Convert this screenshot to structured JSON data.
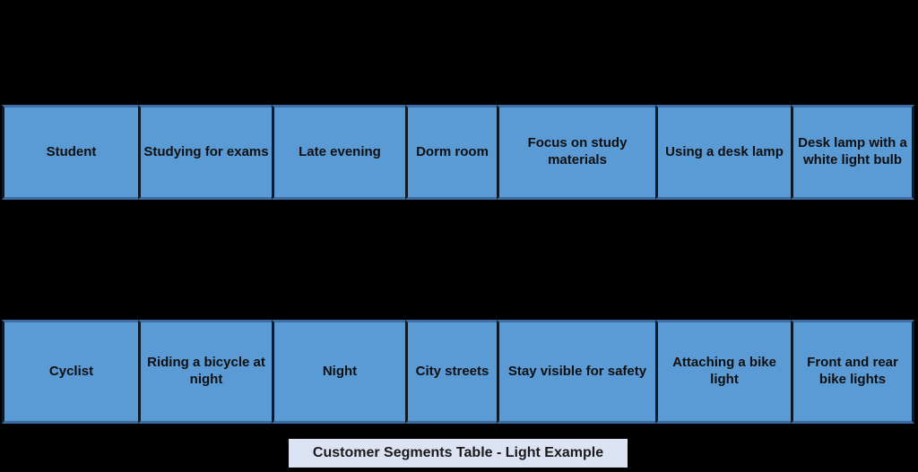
{
  "colors": {
    "background": "#000000",
    "cell_fill": "#5b9bd5",
    "border_horizontal": "#3c6ea5",
    "border_vertical": "#0d1a28",
    "cell_text": "#0f0f0f",
    "caption_fill": "#dce3f3",
    "caption_text": "#1a1a1a"
  },
  "table": {
    "rows": [
      {
        "label": "Student",
        "cells": [
          "Student",
          "Studying for exams",
          "Late evening",
          "Dorm room",
          "Focus on study materials",
          "Using a desk lamp",
          "Desk lamp with a white light bulb"
        ]
      },
      {
        "label": "Cyclist",
        "cells": [
          "Cyclist",
          "Riding a bicycle at night",
          "Night",
          "City streets",
          "Stay visible for safety",
          "Attaching a bike light",
          "Front and rear bike lights"
        ]
      }
    ]
  },
  "caption": {
    "text": "Customer Segments Table - Light Example"
  },
  "chart_data": {
    "type": "table",
    "title": "Customer Segments Table - Light Example",
    "rows": [
      [
        "Student",
        "Studying for exams",
        "Late evening",
        "Dorm room",
        "Focus on study materials",
        "Using a desk lamp",
        "Desk lamp with a white light bulb"
      ],
      [
        "Cyclist",
        "Riding a bicycle at night",
        "Night",
        "City streets",
        "Stay visible for safety",
        "Attaching a bike light",
        "Front and rear bike lights"
      ]
    ]
  }
}
